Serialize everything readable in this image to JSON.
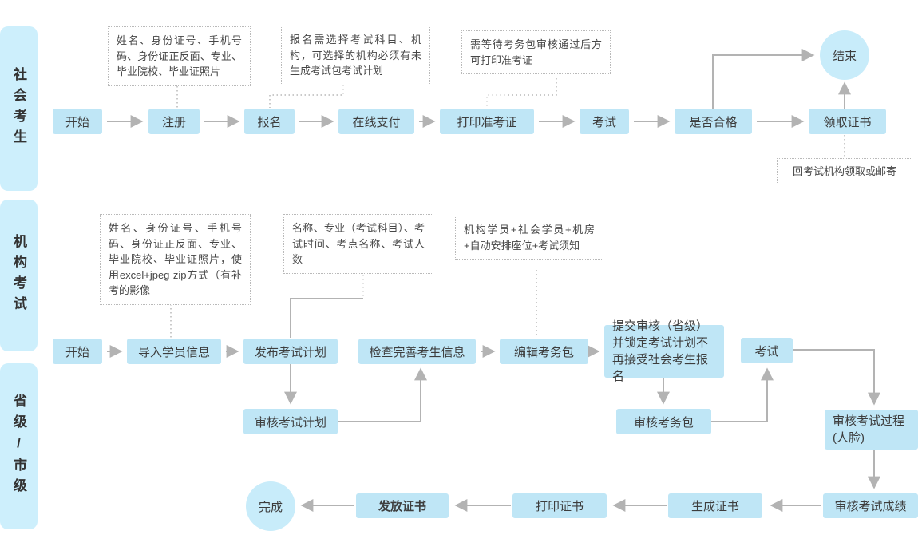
{
  "lanes": [
    "社会考生",
    "机构考试",
    "省级/市级"
  ],
  "colors": {
    "node_fill": "#bfe6f6",
    "circle_fill": "#c8ecfa",
    "lane_fill": "#cdeffc",
    "arrow": "#b3b3b3",
    "annotation_border": "#b9b9b9",
    "text": "#3d3d3d"
  },
  "flow_social": {
    "nodes": [
      "开始",
      "注册",
      "报名",
      "在线支付",
      "打印准考证",
      "考试",
      "是否合格",
      "领取证书",
      "结束"
    ],
    "annotations": [
      "姓名、身份证号、手机号码、身份证正反面、专业、毕业院校、毕业证照片",
      "报名需选择考试科目、机构，可选择的机构必须有未生成考试包考试计划",
      "需等待考务包审核通过后方可打印准考证",
      "回考试机构领取或邮寄"
    ]
  },
  "flow_institution": {
    "nodes": [
      "开始",
      "导入学员信息",
      "发布考试计划",
      "检查完善考生信息",
      "编辑考务包",
      "提交审核（省级）并锁定考试计划不再接受社会考生报名",
      "考试"
    ],
    "annotations": [
      "姓名、身份证号、手机号码、身份证正反面、专业、毕业院校、毕业证照片，使用excel+jpeg zip方式（有补考的影像",
      "名称、专业（考试科目）、考试时间、考点名称、考试人数",
      "机构学员+社会学员+机房+自动安排座位+考试须知"
    ]
  },
  "flow_provincial": {
    "nodes": [
      "审核考试计划",
      "审核考务包",
      "审核考试过程\n(人脸)",
      "审核考试成绩",
      "生成证书",
      "打印证书",
      "发放证书",
      "完成"
    ]
  }
}
